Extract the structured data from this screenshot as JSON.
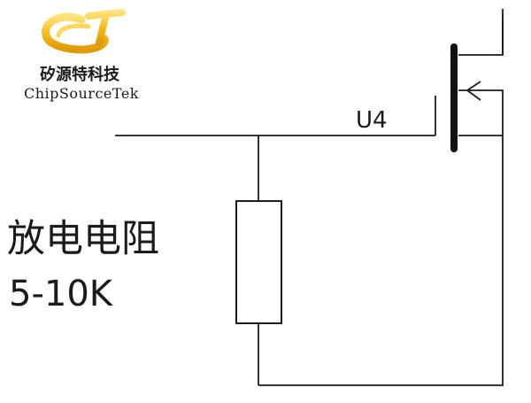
{
  "logo": {
    "mark": "CST",
    "company_cn": "矽源特科技",
    "company_en": "ChipSourceTek",
    "colors": {
      "gold": "#f2b417",
      "gold_light": "#ffd75a"
    }
  },
  "circuit": {
    "transistor_ref": "U4",
    "resistor_name": "放电电阻",
    "resistor_value": "5-10K",
    "line_color": "#1c1c1c"
  }
}
